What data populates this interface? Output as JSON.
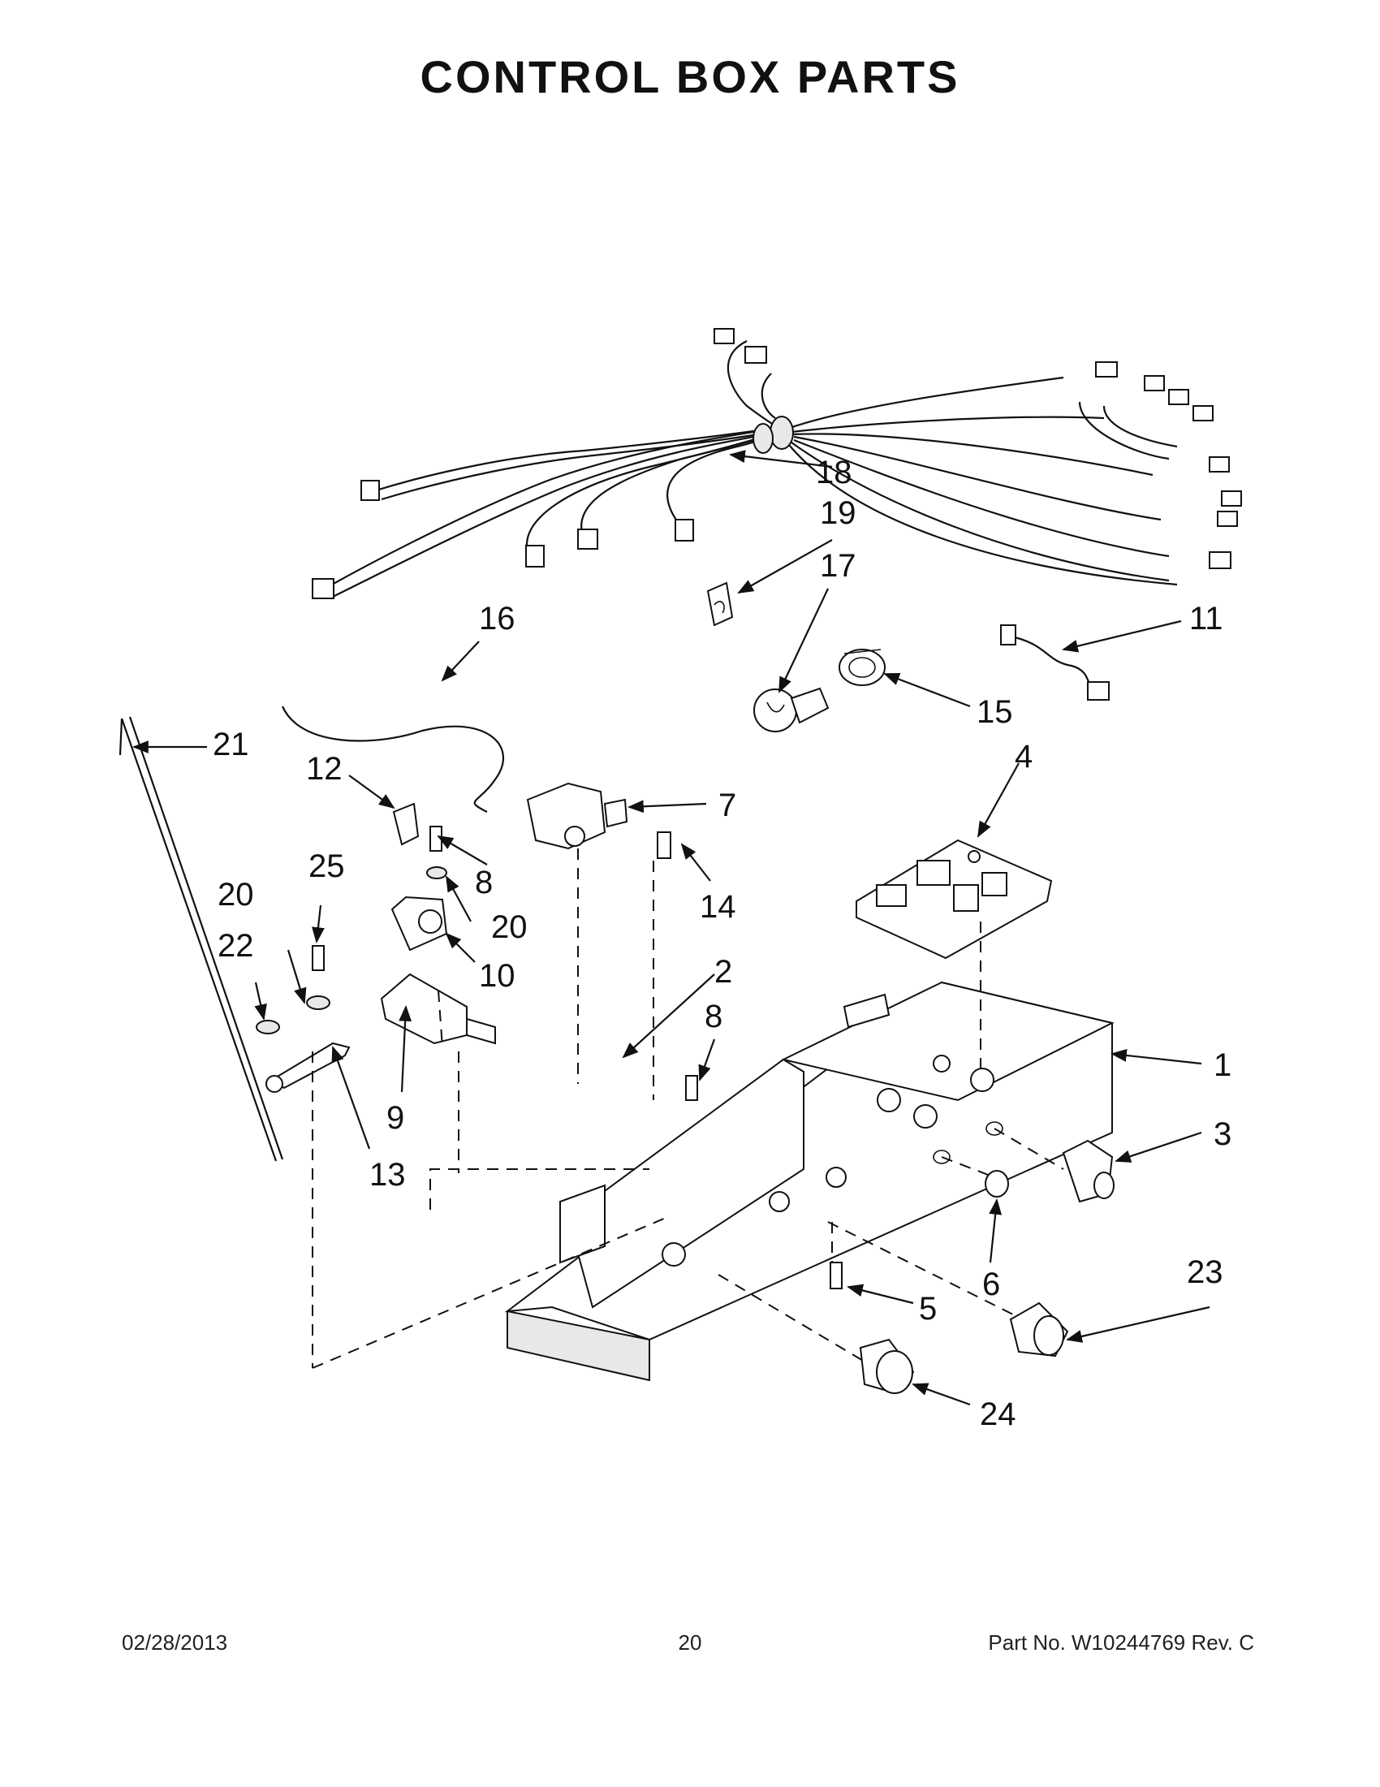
{
  "title": "CONTROL BOX PARTS",
  "footer": {
    "date": "02/28/2013",
    "page": "20",
    "part_no": "Part No.  W10244769  Rev.  C"
  },
  "callouts": [
    {
      "id": "c1",
      "label": "1"
    },
    {
      "id": "c2",
      "label": "2"
    },
    {
      "id": "c3",
      "label": "3"
    },
    {
      "id": "c4",
      "label": "4"
    },
    {
      "id": "c5",
      "label": "5"
    },
    {
      "id": "c6",
      "label": "6"
    },
    {
      "id": "c7",
      "label": "7"
    },
    {
      "id": "c8a",
      "label": "8"
    },
    {
      "id": "c8b",
      "label": "8"
    },
    {
      "id": "c9",
      "label": "9"
    },
    {
      "id": "c10",
      "label": "10"
    },
    {
      "id": "c11",
      "label": "11"
    },
    {
      "id": "c12",
      "label": "12"
    },
    {
      "id": "c13",
      "label": "13"
    },
    {
      "id": "c14",
      "label": "14"
    },
    {
      "id": "c15",
      "label": "15"
    },
    {
      "id": "c16",
      "label": "16"
    },
    {
      "id": "c17",
      "label": "17"
    },
    {
      "id": "c18",
      "label": "18"
    },
    {
      "id": "c19",
      "label": "19"
    },
    {
      "id": "c20a",
      "label": "20"
    },
    {
      "id": "c20b",
      "label": "20"
    },
    {
      "id": "c21",
      "label": "21"
    },
    {
      "id": "c22",
      "label": "22"
    },
    {
      "id": "c23",
      "label": "23"
    },
    {
      "id": "c24",
      "label": "24"
    },
    {
      "id": "c25",
      "label": "25"
    }
  ]
}
